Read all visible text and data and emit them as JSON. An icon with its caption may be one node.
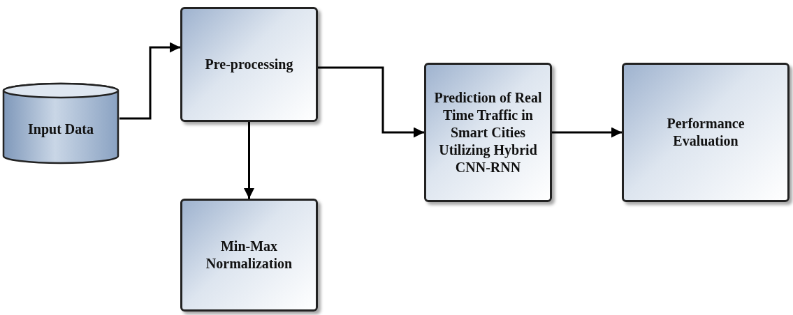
{
  "diagram": {
    "nodes": [
      {
        "text": [
          "Input Data"
        ]
      },
      {
        "text": [
          "Pre-processing"
        ]
      },
      {
        "text": [
          "Min-Max Normalization"
        ]
      },
      {
        "text": [
          "Prediction of Real Time Traffic in Smart Cities Utilizing Hybrid CNN-RNN"
        ]
      },
      {
        "text": [
          "Performance Evaluation"
        ]
      }
    ],
    "edges": [
      {
        "from": 0,
        "to": 1,
        "arrow": "to"
      },
      {
        "from": 1,
        "to": 2,
        "arrow": "to"
      },
      {
        "from": 1,
        "to": 3,
        "arrow": "to"
      },
      {
        "from": 3,
        "to": 4,
        "arrow": "to"
      }
    ]
  }
}
